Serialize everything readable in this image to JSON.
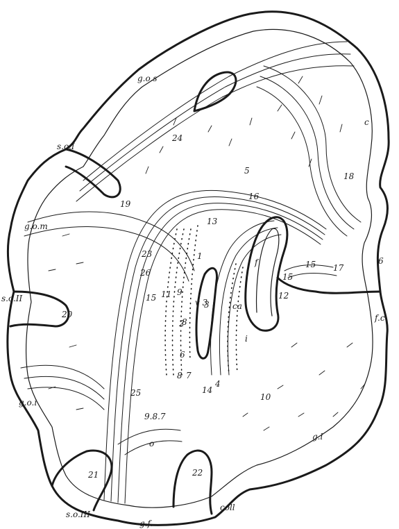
{
  "figure": {
    "ink": "#1a1a1a",
    "background": "#ffffff",
    "labels": {
      "g_o_s": "g.o.s",
      "s_o_I": "s.o.I",
      "s_o_II": "s.o.II",
      "s_o_III": "s.o.III",
      "g_o_m": "g.o.m",
      "g_o_i": "g.o.i",
      "g_f": "g.f.",
      "coll": "coll",
      "g_l": "g.l",
      "f_c": "f.c.",
      "c": "c",
      "ca": "ca",
      "v3": "v 3",
      "n1": "1",
      "n2": "2",
      "n3": "3",
      "n4": "4",
      "n5": "5",
      "n6": "6",
      "n7": "7",
      "n8": "8",
      "n9": "9",
      "n10": "10",
      "n11": "11",
      "n12": "12",
      "n13": "13",
      "n14": "14",
      "n15": "15",
      "n15b": "15",
      "n15c": "15",
      "n16": "16",
      "n17": "17",
      "n18": "18",
      "n19": "19",
      "n20": "20",
      "n21": "21",
      "n22": "22",
      "n23": "23",
      "n24": "24",
      "n25": "25",
      "n26": "26",
      "n6b": "6",
      "n8b": "8",
      "n987": "9.8.7",
      "i": "i",
      "f": "f",
      "o": "o"
    }
  }
}
